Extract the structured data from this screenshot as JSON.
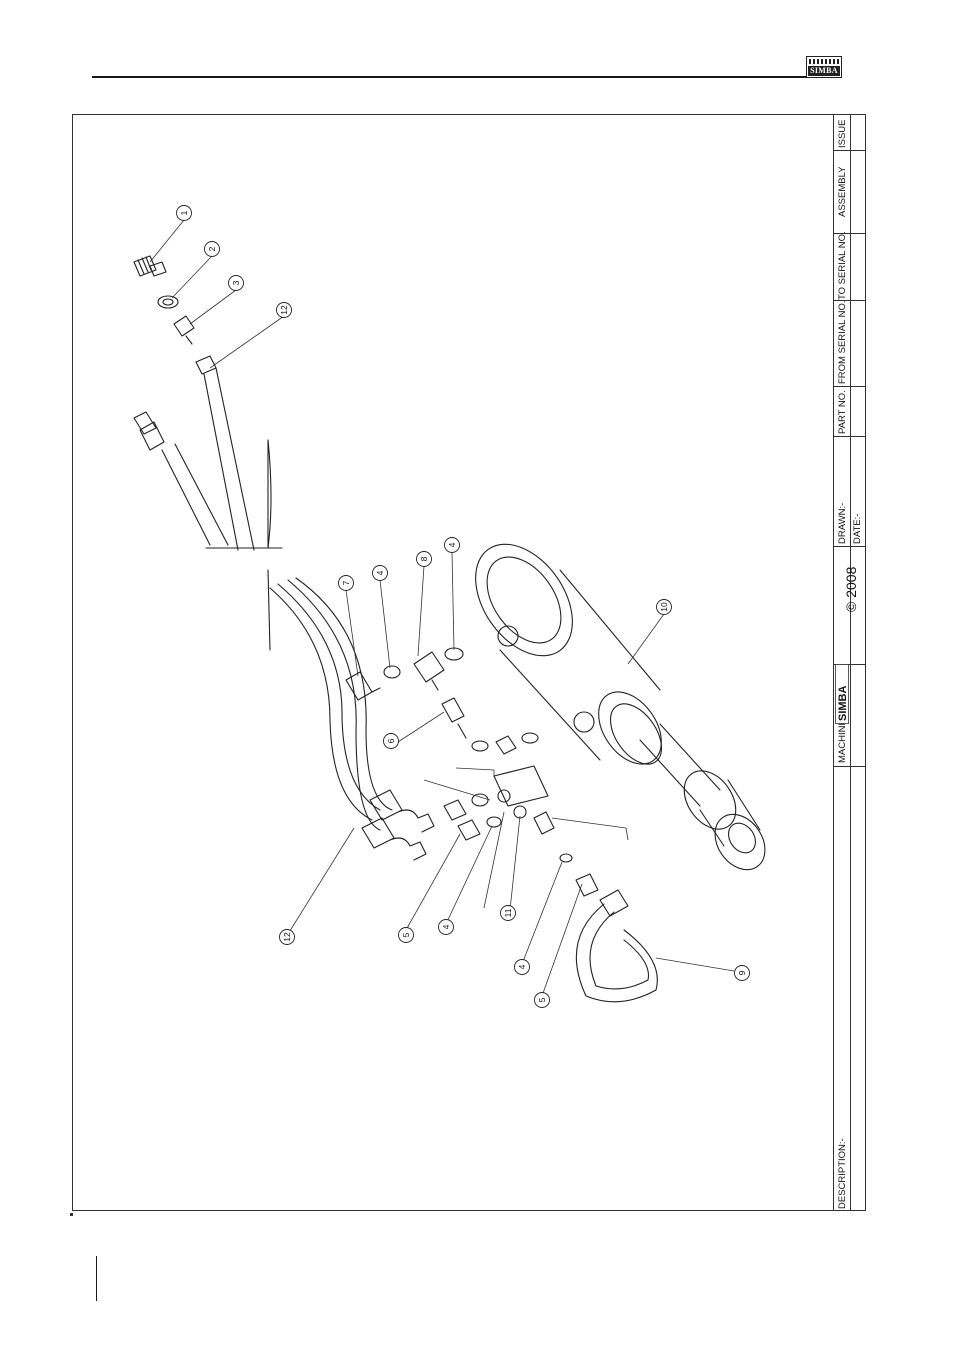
{
  "header": {
    "logo_text": "SIMBA"
  },
  "title_block": {
    "issue_label": "ISSUE",
    "assembly_label": "ASSEMBLY",
    "to_serial_label": "TO SERIAL NO.",
    "from_serial_label": "FROM SERIAL NO.",
    "part_no_label": "PART NO.",
    "drawn_label": "DRAWN:-",
    "date_label": "DATE:-",
    "logo_text": "SIMBA",
    "copyright": "© 2008",
    "machine_label": "MACHINE:-",
    "description_label": "DESCRIPTION:-"
  },
  "callouts": [
    "1",
    "2",
    "3",
    "12",
    "7",
    "4",
    "8",
    "4",
    "10",
    "6",
    "5",
    "4",
    "11",
    "12",
    "4",
    "5",
    "9"
  ]
}
